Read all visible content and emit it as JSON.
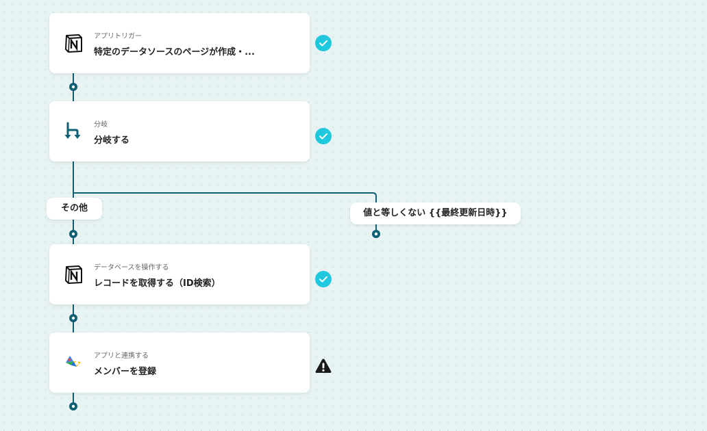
{
  "flow": {
    "steps": [
      {
        "label": "アプリトリガー",
        "title": "特定のデータソースのページが作成・...",
        "icon": "notion-icon",
        "status": "check-icon"
      },
      {
        "label": "分岐",
        "title": "分岐する",
        "icon": "branch-icon",
        "status": "check-icon"
      },
      {
        "label": "データベースを操作する",
        "title": "レコードを取得する（ID検索）",
        "icon": "notion-icon",
        "status": "check-icon"
      },
      {
        "label": "アプリと連携する",
        "title": "メンバーを登録",
        "icon": "google-workspace-icon",
        "status": "warning-icon"
      }
    ],
    "branches": {
      "other": "その他",
      "condition": "値と等しくない {{最終更新日時}}"
    }
  },
  "colors": {
    "connector": "#0e5f74",
    "check": "#1fc8dc",
    "warning": "#1a1a1a",
    "background": "#e8f3f3"
  }
}
